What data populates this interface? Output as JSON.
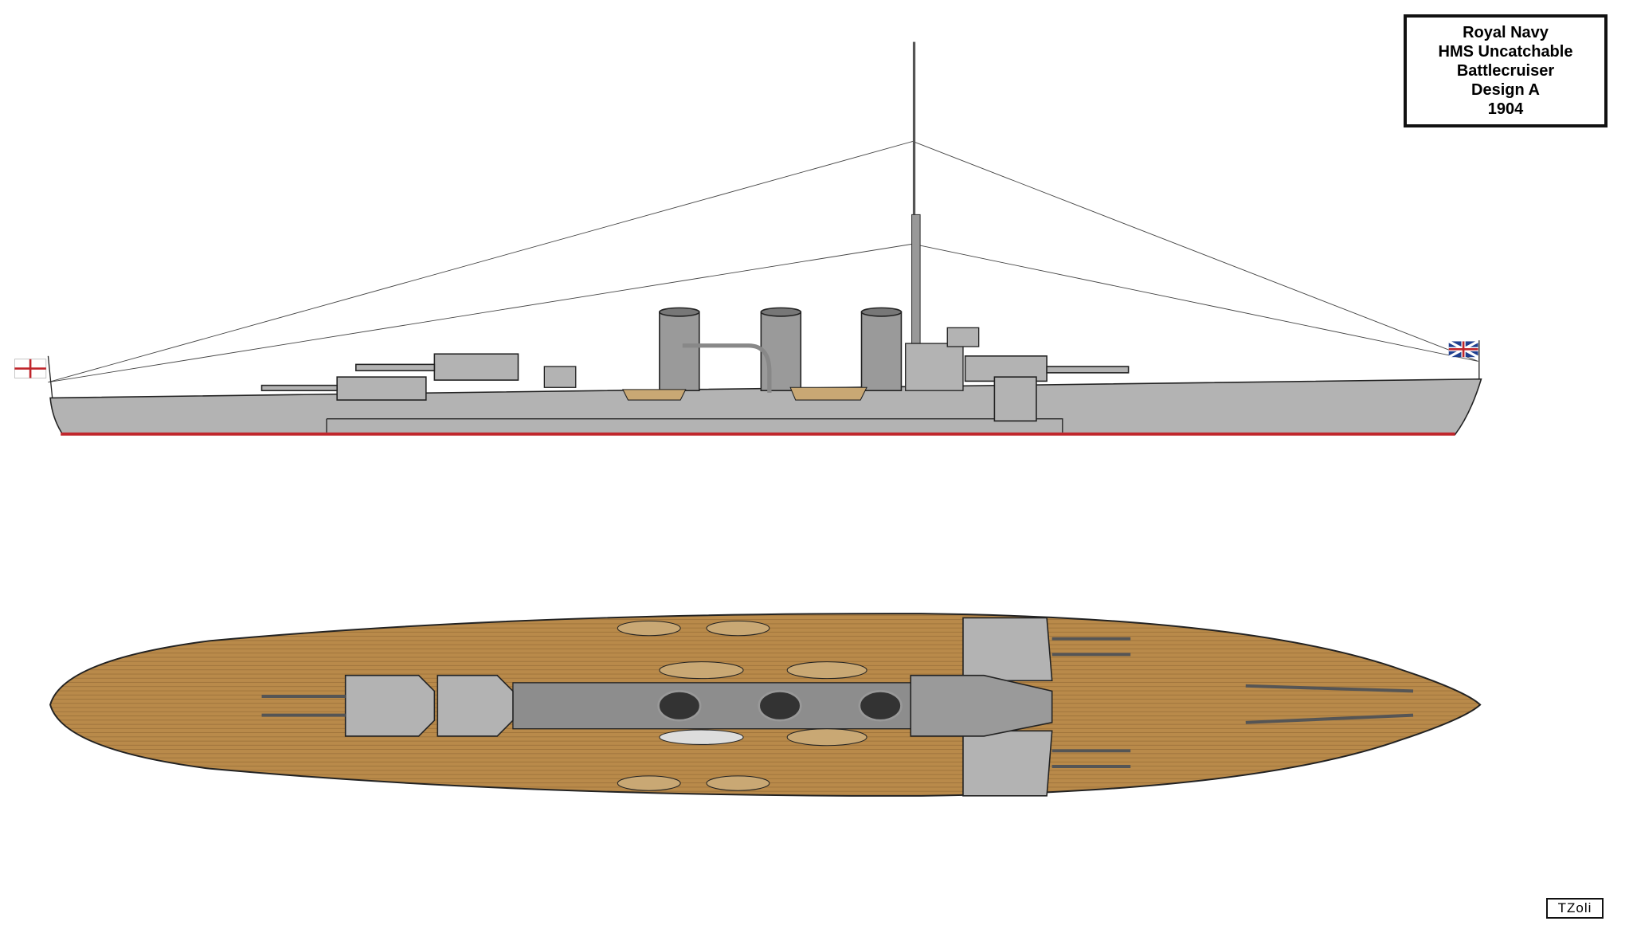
{
  "title_block": {
    "lines": [
      "Royal Navy",
      "HMS Uncatchable",
      "Battlecruiser",
      "Design A",
      "1904"
    ]
  },
  "signature": "TZoli",
  "colors": {
    "hull_grey": "#b3b3b3",
    "deck_wood": "#b98a4a",
    "boot_topping": "#c0262c",
    "outline": "#222222"
  }
}
